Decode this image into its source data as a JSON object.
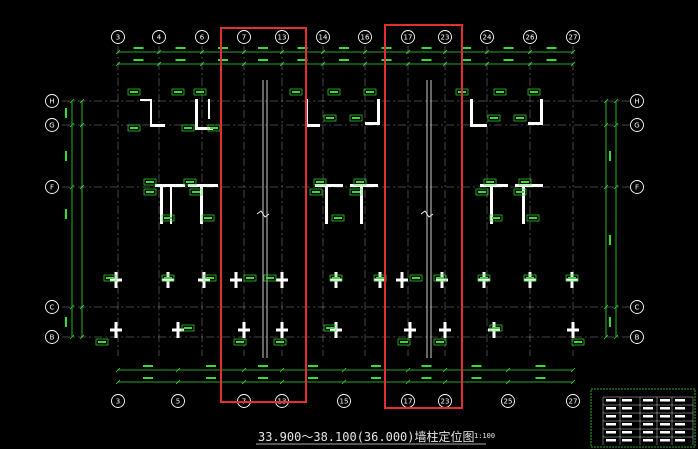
{
  "drawing": {
    "title": "33.900～38.100(36.000)墙柱定位图",
    "scale": "1:100",
    "top_axes": [
      "3",
      "4",
      "6",
      "7",
      "13",
      "14",
      "16",
      "17",
      "23",
      "24",
      "26",
      "27"
    ],
    "bottom_axes": [
      "3",
      "5",
      "7",
      "13",
      "15",
      "17",
      "23",
      "25",
      "27"
    ],
    "row_axes": [
      "H",
      "G",
      "F",
      "C",
      "B"
    ],
    "highlight_boxes": 2,
    "colors": {
      "background": "#000000",
      "axis": "#ffffff",
      "wall": "#ffffff",
      "grid": "#cfcf4a",
      "dimension": "#33dd33",
      "tag": "#33dd33",
      "highlight": "#e03030",
      "text": "#e6e6e6"
    }
  }
}
